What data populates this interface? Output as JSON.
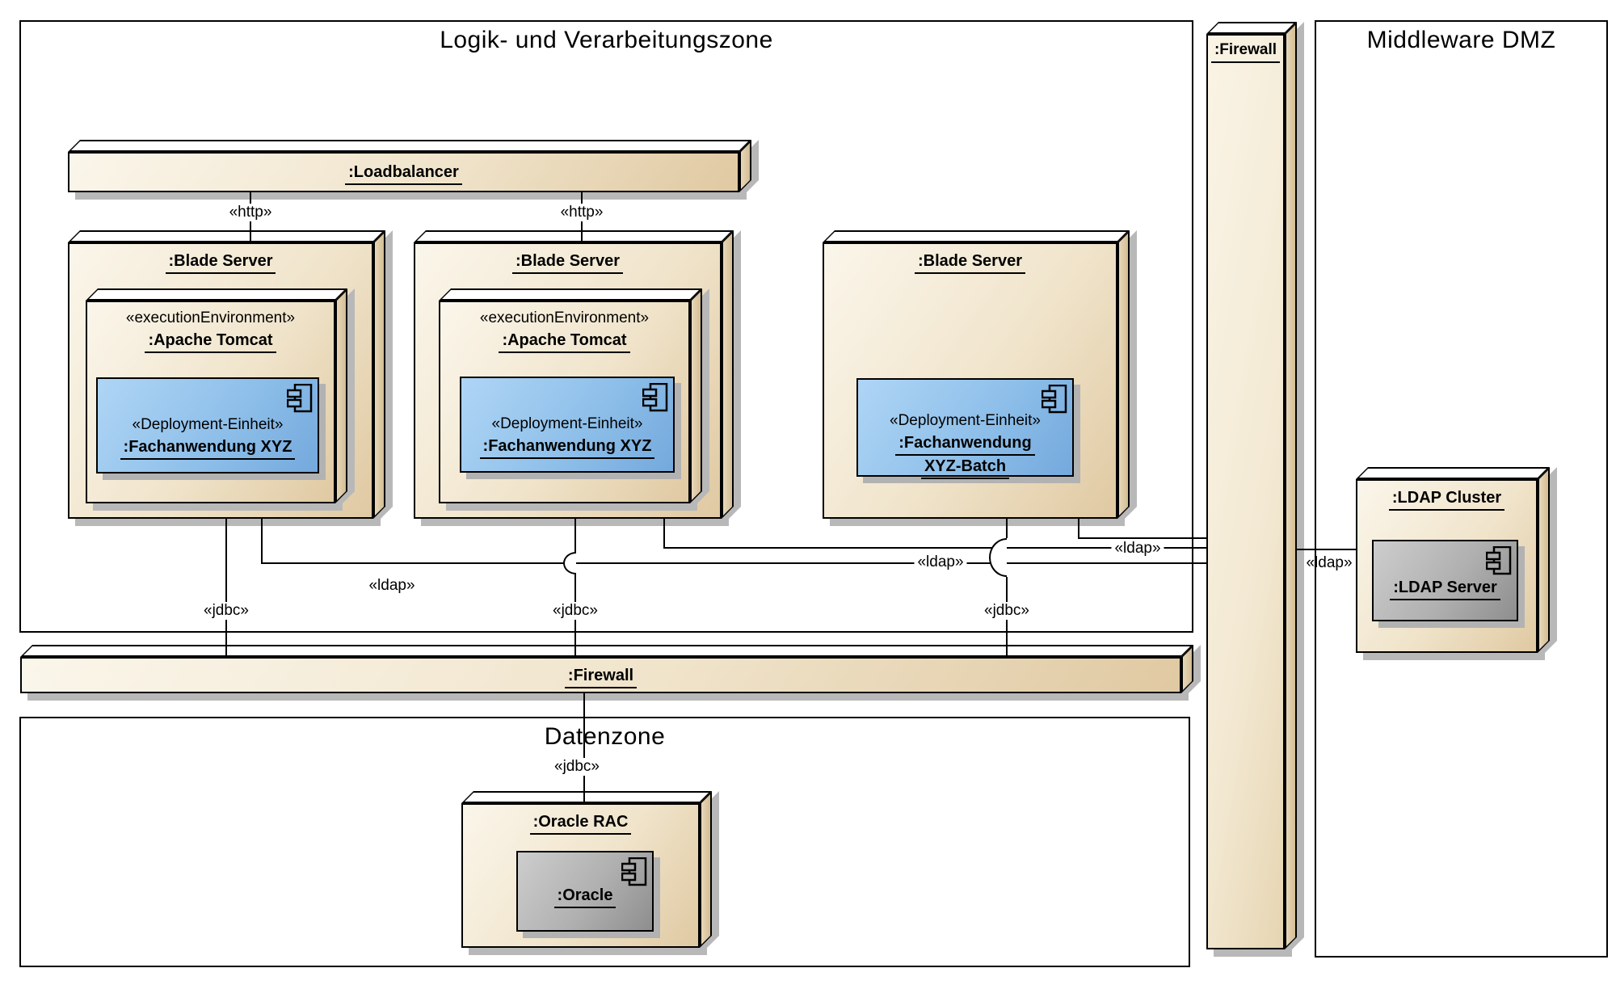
{
  "diagram": {
    "zones": {
      "logic": {
        "title": "Logik- und Verarbeitungszone"
      },
      "middleware_dmz": {
        "title": "Middleware DMZ"
      },
      "data": {
        "title": "Datenzone"
      }
    },
    "nodes": {
      "loadbalancer": {
        "name": ":Loadbalancer"
      },
      "blade_server_1": {
        "name": ":Blade Server"
      },
      "tomcat_1": {
        "stereotype": "«executionEnvironment»",
        "name": ":Apache Tomcat"
      },
      "deploy_unit_1": {
        "stereotype": "«Deployment-Einheit»",
        "name": ":Fachanwendung XYZ"
      },
      "blade_server_2": {
        "name": ":Blade Server"
      },
      "tomcat_2": {
        "stereotype": "«executionEnvironment»",
        "name": ":Apache Tomcat"
      },
      "deploy_unit_2": {
        "stereotype": "«Deployment-Einheit»",
        "name": ":Fachanwendung XYZ"
      },
      "blade_server_3": {
        "name": ":Blade Server"
      },
      "deploy_unit_3": {
        "stereotype": "«Deployment-Einheit»",
        "name_line_1": ":Fachanwendung",
        "name_line_2": "XYZ-Batch"
      },
      "firewall_vertical": {
        "name": ":Firewall"
      },
      "firewall_horizontal": {
        "name": ":Firewall"
      },
      "ldap_cluster": {
        "name": ":LDAP Cluster"
      },
      "ldap_server": {
        "name": ":LDAP Server"
      },
      "oracle_rac": {
        "name": ":Oracle RAC"
      },
      "oracle": {
        "name": ":Oracle"
      }
    },
    "connector_labels": {
      "http_1": "«http»",
      "http_2": "«http»",
      "jdbc_1": "«jdbc»",
      "jdbc_2": "«jdbc»",
      "jdbc_3": "«jdbc»",
      "jdbc_db": "«jdbc»",
      "ldap_1": "«ldap»",
      "ldap_mid": "«ldap»",
      "ldap_2": "«ldap»",
      "ldap_right": "«ldap»"
    },
    "colors": {
      "node_fill_light": "#FBF6EB",
      "node_fill_dark": "#E0C9A2",
      "node_side": "#D8C39C",
      "component_blue_light": "#AFD5F5",
      "component_blue_dark": "#74A9DD",
      "component_gray_light": "#CDCDCD",
      "component_gray_dark": "#8E8E8E",
      "shadow": "#B8B8B8",
      "line": "#000000",
      "background": "#FFFFFF"
    }
  }
}
